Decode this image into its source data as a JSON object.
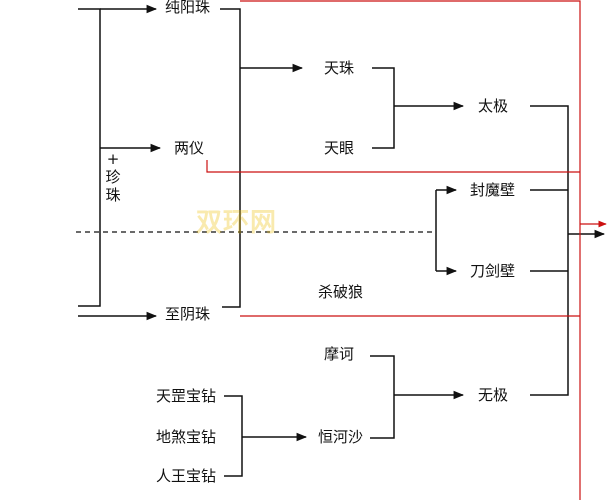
{
  "colors": {
    "line": "#111111",
    "accent": "#cc1111",
    "watermark": "#f0c419"
  },
  "nodes": {
    "chunyang": "纯阳珠",
    "liangyi": "两仪",
    "zhenzhu": "+\n珍\n珠",
    "tianzhu": "天珠",
    "tianyan": "天眼",
    "taiji": "太极",
    "fengmo": "封魔壁",
    "daojian": "刀剑壁",
    "shapolang": "杀破狼",
    "zhiyin": "至阴珠",
    "mohe": "摩诃",
    "henghesha": "恒河沙",
    "wuji": "无极",
    "tianbao": "天罡宝钻",
    "disha": "地煞宝钻",
    "renwang": "人王宝钻"
  },
  "watermark": "双环网"
}
